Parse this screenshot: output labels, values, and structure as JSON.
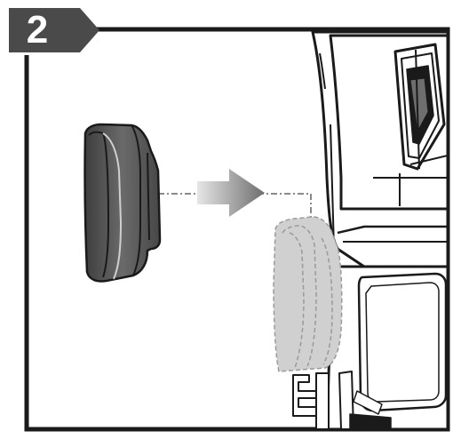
{
  "step": {
    "number": "2"
  },
  "illustration": {
    "icons": [
      "step-number-badge",
      "accessory-clip-icon",
      "insert-direction-arrow-icon",
      "clip-target-outline-icon",
      "device-housing-illustration"
    ],
    "colors": {
      "badge": "#4a4a4a",
      "frame": "#1a1a1a",
      "clip_fill": "#5a5a5a",
      "target_fill": "#cfcfcf",
      "arrow": "#8a8a8a"
    }
  }
}
